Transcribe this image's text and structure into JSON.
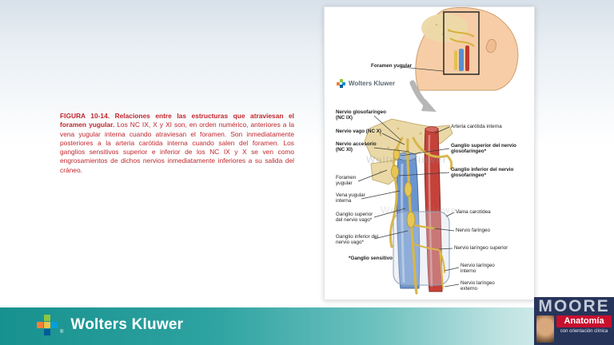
{
  "caption": {
    "figure_label": "FIGURA 10-14.",
    "bold_text": "Relaciones entre las estructuras que atraviesan el foramen yugular.",
    "body_text": "Los NC IX, X y XI son, en orden numérico, anteriores a la vena yugular interna cuando atraviesan el foramen. Son inmediatamente posteriores a la arteria carótida interna cuando salen del foramen. Los ganglios sensitivos superior e inferior de los NC IX y X se ven como engrosamientos de dichos nervios inmediatamente inferiores a su salida del cráneo."
  },
  "figure": {
    "inset_label": "Foramen yugular",
    "brand_small": "Wolters Kluwer",
    "watermark": "Wolters Kluwer",
    "labels_left": [
      "Nervio glosofaríngeo (NC IX)",
      "Nervio vago (NC X)",
      "Nervio accesorio (NC XI)",
      "Foramen yugular",
      "Vena yugular interna",
      "Ganglio superior del nervio vago*",
      "Ganglio inferior del nervio vago*"
    ],
    "footnote": "*Ganglio sensitivo",
    "labels_right": [
      "Arteria carótida interna",
      "Ganglio superior del nervio glosofaríngeo*",
      "Ganglio inferior del nervio glosofaríngeo*",
      "Vaina carotídea",
      "Nervio faríngeo",
      "Nervio laríngeo superior",
      "Nervio laríngeo interno",
      "Nervio laríngeo externo"
    ]
  },
  "footer": {
    "brand": "Wolters Kluwer",
    "registered": "®"
  },
  "branding": {
    "title": "MOORE",
    "series": "Anatomía",
    "subtitle": "con orientación clínica"
  },
  "colors": {
    "caption_red": "#c1272d",
    "teal_bar": "#17918f",
    "navy_block": "#27345a",
    "anatomia_red": "#c8102e",
    "artery_red": "#c4423a",
    "vein_blue": "#6b95cf",
    "nerve_yellow": "#e5c44f",
    "bone_tan": "#ead9a6"
  }
}
